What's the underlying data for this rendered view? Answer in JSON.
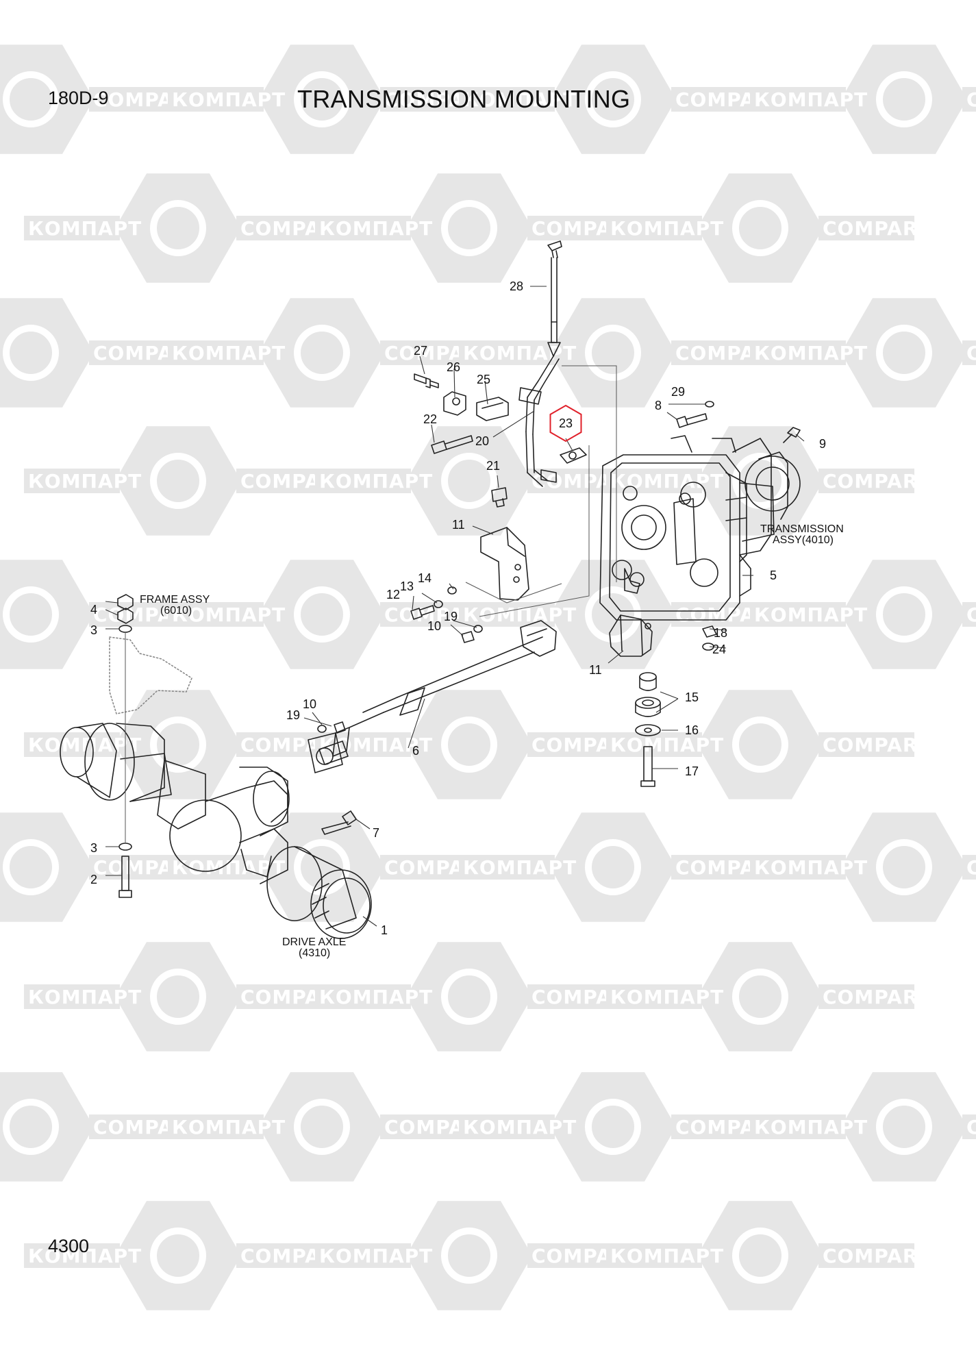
{
  "header": {
    "model": "180D-9",
    "title": "TRANSMISSION MOUNTING",
    "page_number": "4300"
  },
  "watermark": {
    "text_cyrillic": "КОМПАРТ",
    "text_latin": "COMPART",
    "color": "#e6e6e6"
  },
  "assemblies": [
    {
      "name": "FRAME ASSY",
      "ref": "(6010)"
    },
    {
      "name": "TRANSMISSION",
      "ref": "ASSY(4010)"
    },
    {
      "name": "DRIVE AXLE",
      "ref": "(4310)"
    }
  ],
  "highlight": {
    "part": "23",
    "color": "#e0202a"
  },
  "callouts": [
    {
      "id": "c28",
      "label": "28"
    },
    {
      "id": "c27",
      "label": "27"
    },
    {
      "id": "c26",
      "label": "26"
    },
    {
      "id": "c25",
      "label": "25"
    },
    {
      "id": "c22",
      "label": "22"
    },
    {
      "id": "c20",
      "label": "20"
    },
    {
      "id": "c23",
      "label": "23"
    },
    {
      "id": "c21",
      "label": "21"
    },
    {
      "id": "c29",
      "label": "29"
    },
    {
      "id": "c8",
      "label": "8"
    },
    {
      "id": "c9",
      "label": "9"
    },
    {
      "id": "c11a",
      "label": "11"
    },
    {
      "id": "c5",
      "label": "5"
    },
    {
      "id": "c14",
      "label": "14"
    },
    {
      "id": "c13",
      "label": "13"
    },
    {
      "id": "c12",
      "label": "12"
    },
    {
      "id": "c19a",
      "label": "19"
    },
    {
      "id": "c10a",
      "label": "10"
    },
    {
      "id": "c4",
      "label": "4"
    },
    {
      "id": "c3a",
      "label": "3"
    },
    {
      "id": "c18",
      "label": "18"
    },
    {
      "id": "c24",
      "label": "24"
    },
    {
      "id": "c11b",
      "label": "11"
    },
    {
      "id": "c15",
      "label": "15"
    },
    {
      "id": "c10b",
      "label": "10"
    },
    {
      "id": "c19b",
      "label": "19"
    },
    {
      "id": "c16",
      "label": "16"
    },
    {
      "id": "c6",
      "label": "6"
    },
    {
      "id": "c17",
      "label": "17"
    },
    {
      "id": "c7",
      "label": "7"
    },
    {
      "id": "c3b",
      "label": "3"
    },
    {
      "id": "c2",
      "label": "2"
    },
    {
      "id": "c1",
      "label": "1"
    }
  ]
}
